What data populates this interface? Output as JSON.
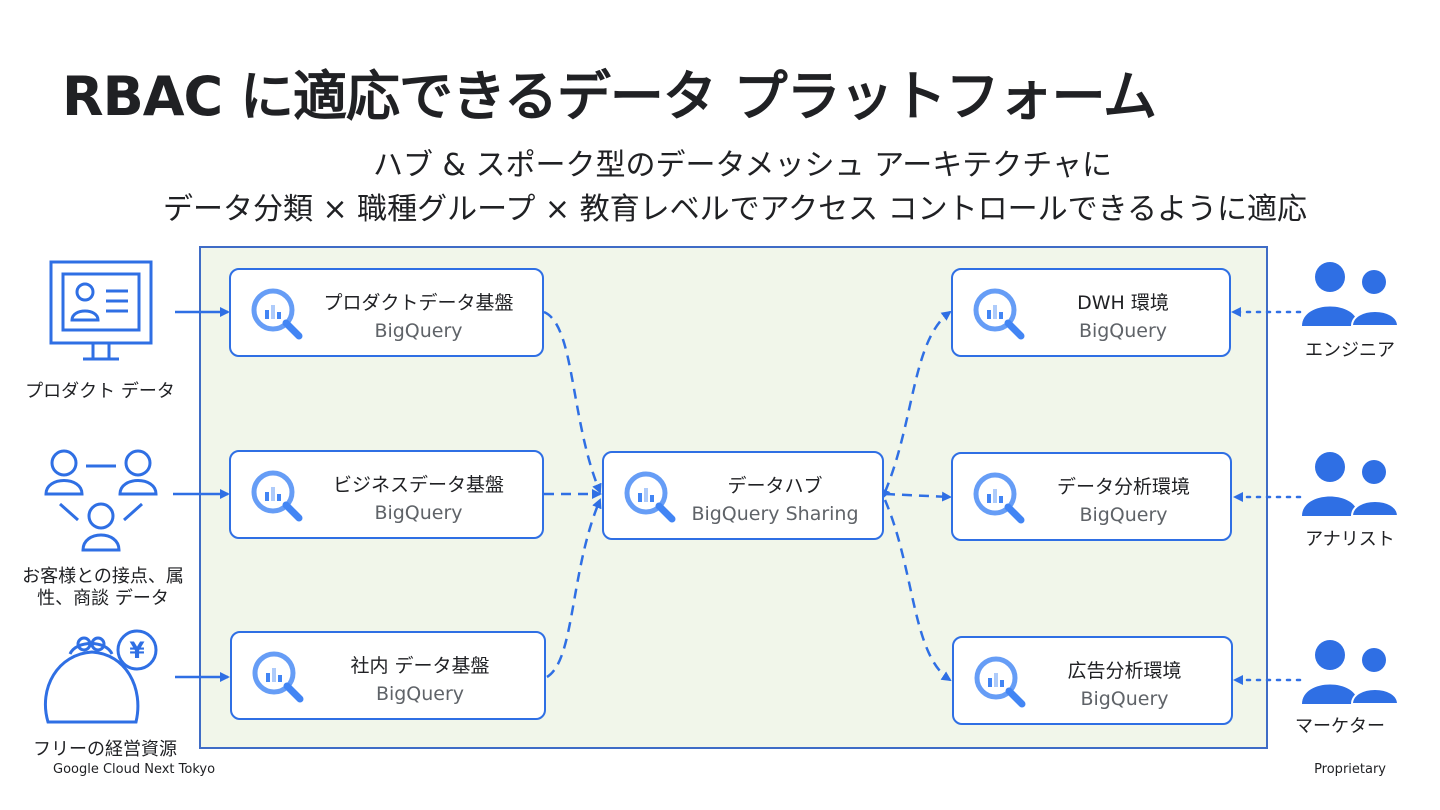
{
  "title": "RBAC に適応できるデータ プラットフォーム",
  "subtitle": {
    "line1": "ハブ & スポーク型のデータメッシュ アーキテクチャに",
    "line2": "データ分類 × 職種グループ × 教育レベルでアクセス コントロールできるように適応"
  },
  "sources": [
    {
      "label": "プロダクト データ",
      "icon": "monitor-profile-icon"
    },
    {
      "label_line1": "お客様との接点、属",
      "label_line2": "性、商談 データ",
      "icon": "people-network-icon"
    },
    {
      "label": "フリーの経営資源",
      "icon": "coin-purse-yen-icon"
    }
  ],
  "left_nodes": [
    {
      "name": "プロダクトデータ基盤",
      "tech": "BigQuery"
    },
    {
      "name": "ビジネスデータ基盤",
      "tech": "BigQuery"
    },
    {
      "name": "社内 データ基盤",
      "tech": "BigQuery"
    }
  ],
  "hub": {
    "name": "データハブ",
    "tech": "BigQuery Sharing"
  },
  "right_nodes": [
    {
      "name": "DWH 環境",
      "tech": "BigQuery"
    },
    {
      "name": "データ分析環境",
      "tech": "BigQuery"
    },
    {
      "name": "広告分析環境",
      "tech": "BigQuery"
    }
  ],
  "users": [
    {
      "label": "エンジニア",
      "icon": "user-group-icon"
    },
    {
      "label": "アナリスト",
      "icon": "user-group-icon"
    },
    {
      "label": "マーケター",
      "icon": "user-group-icon"
    }
  ],
  "footer": {
    "left": "Google Cloud Next Tokyo",
    "right": "Proprietary"
  },
  "colors": {
    "accent": "#2f6fe4",
    "canvas_bg": "#f1f6ea",
    "canvas_border": "#3f6cc6"
  }
}
